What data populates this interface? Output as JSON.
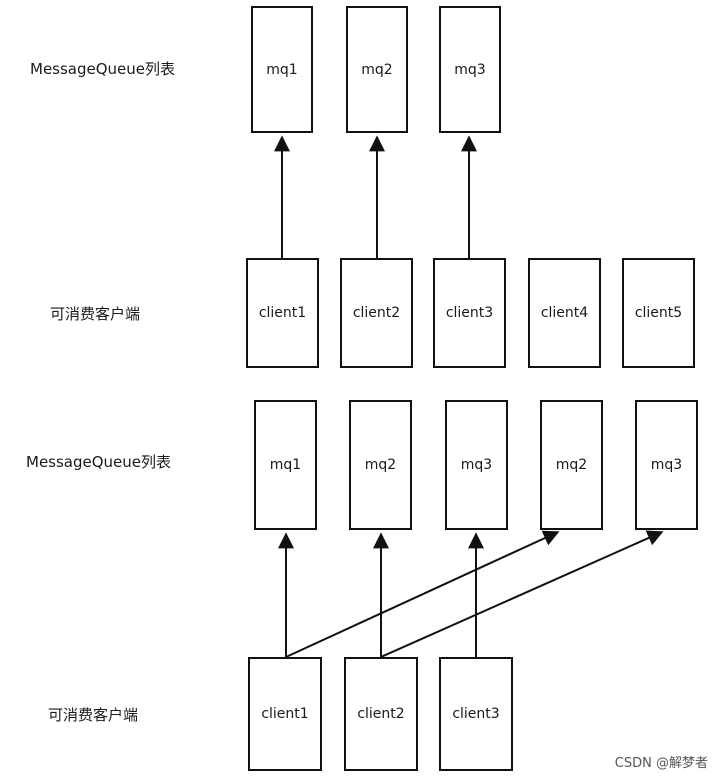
{
  "top": {
    "mq_label": "MessageQueue列表",
    "consumer_label": "可消费客户端",
    "mqs": [
      "mq1",
      "mq2",
      "mq3"
    ],
    "clients": [
      "client1",
      "client2",
      "client3",
      "client4",
      "client5"
    ]
  },
  "bottom": {
    "mq_label": "MessageQueue列表",
    "consumer_label": "可消费客户端",
    "mqs": [
      "mq1",
      "mq2",
      "mq3",
      "mq2",
      "mq3"
    ],
    "clients": [
      "client1",
      "client2",
      "client3"
    ]
  },
  "watermark": "CSDN @解梦者"
}
